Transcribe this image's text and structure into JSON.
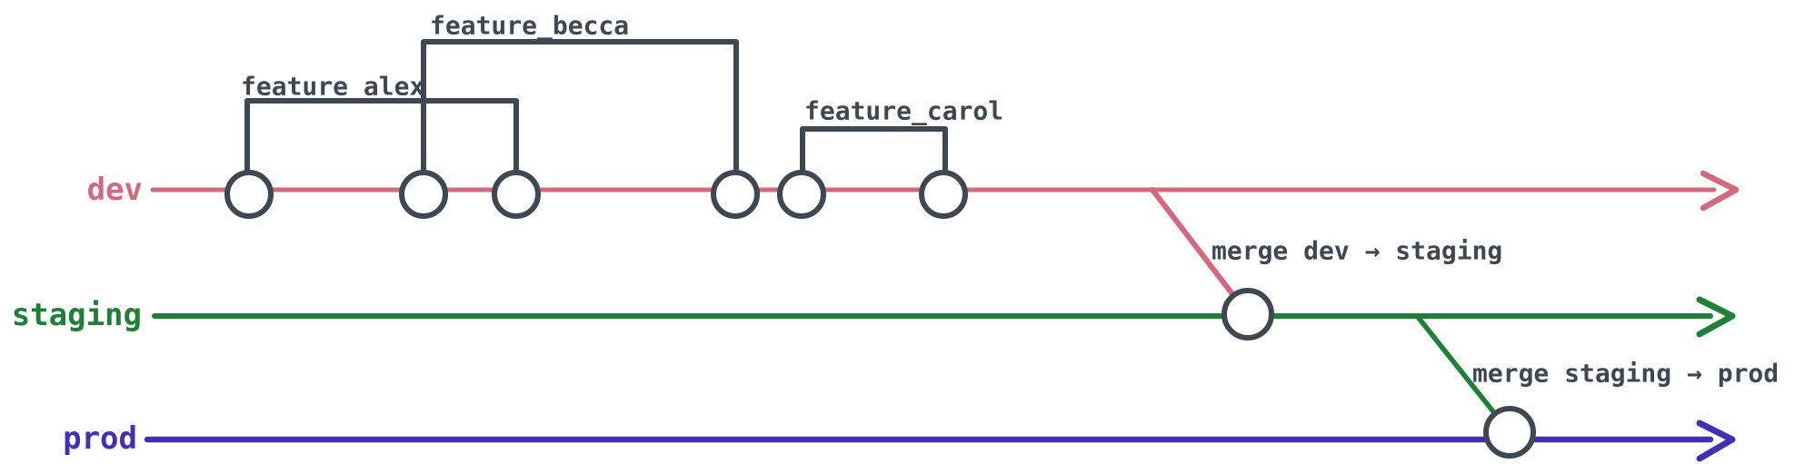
{
  "diagram": {
    "branches": {
      "dev": {
        "label": "dev",
        "commit_count": 6
      },
      "staging": {
        "label": "staging",
        "commit_count": 1
      },
      "prod": {
        "label": "prod",
        "commit_count": 1
      }
    },
    "features": [
      {
        "label": "feature_alex",
        "from_commit": 1,
        "to_commit": 3
      },
      {
        "label": "feature_becca",
        "from_commit": 2,
        "to_commit": 4
      },
      {
        "label": "feature_carol",
        "from_commit": 5,
        "to_commit": 6
      }
    ],
    "merges": [
      {
        "label": "merge dev → staging",
        "from": "dev",
        "to": "staging"
      },
      {
        "label": "merge staging → prod",
        "from": "staging",
        "to": "prod"
      }
    ]
  },
  "colors": {
    "dev": "#d4697e",
    "staging": "#1e8037",
    "prod": "#4130b3",
    "ink": "#3d4853",
    "background": "#ffffff"
  }
}
